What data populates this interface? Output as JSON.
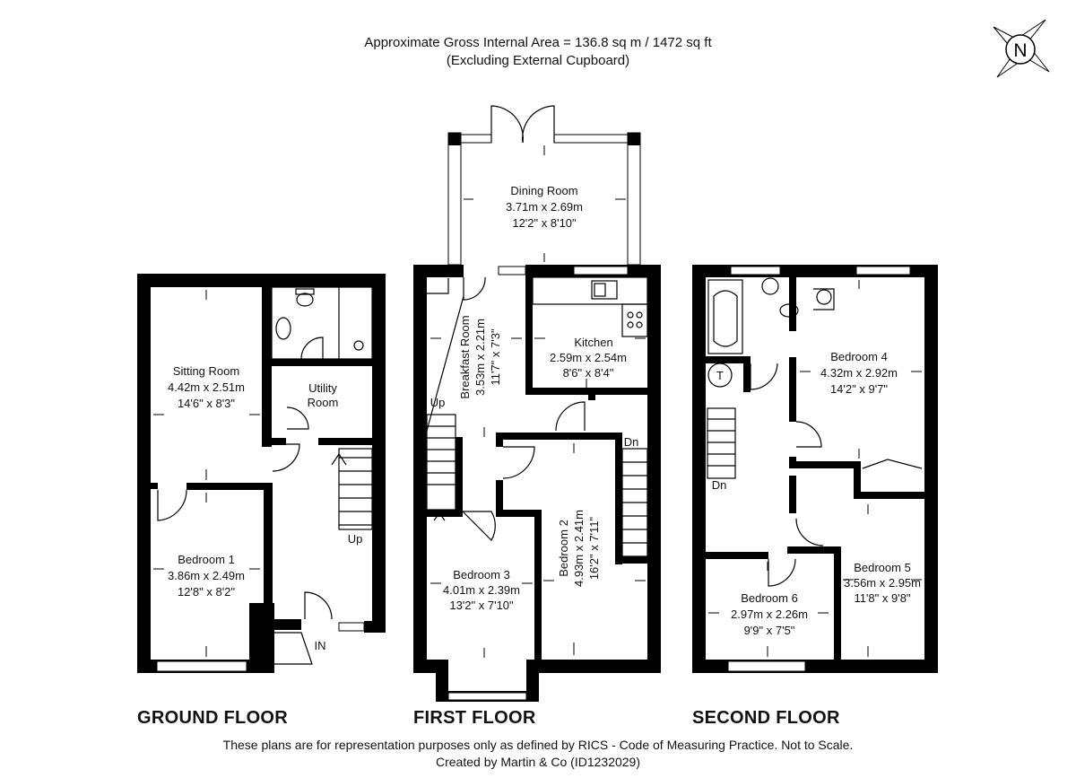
{
  "header": {
    "area_line": "Approximate Gross Internal Area = 136.8 sq m / 1472 sq ft",
    "note_line": "(Excluding External Cupboard)"
  },
  "compass": {
    "label": "N"
  },
  "floors": {
    "ground": {
      "title": "GROUND FLOOR",
      "sitting_room": {
        "name": "Sitting Room",
        "metric": "4.42m x 2.51m",
        "imperial": "14'6\" x 8'3\""
      },
      "utility_room": {
        "line1": "Utility",
        "line2": "Room"
      },
      "bedroom1": {
        "name": "Bedroom 1",
        "metric": "3.86m x 2.49m",
        "imperial": "12'8\" x 8'2\""
      },
      "stairs_label": "Up",
      "entrance_label": "IN"
    },
    "first": {
      "title": "FIRST FLOOR",
      "dining_room": {
        "name": "Dining Room",
        "metric": "3.71m x 2.69m",
        "imperial": "12'2\" x 8'10\""
      },
      "breakfast_room": {
        "name": "Breakfast Room",
        "metric": "3.53m x 2.21m",
        "imperial": "11'7\" x 7'3\""
      },
      "kitchen": {
        "name": "Kitchen",
        "metric": "2.59m x 2.54m",
        "imperial": "8'6\" x 8'4\""
      },
      "bedroom2": {
        "name": "Bedroom 2",
        "metric": "4.93m x 2.41m",
        "imperial": "16'2\" x 7'11\""
      },
      "bedroom3": {
        "name": "Bedroom 3",
        "metric": "4.01m x 2.39m",
        "imperial": "13'2\" x 7'10\""
      },
      "stairs_up": "Up",
      "stairs_down": "Dn"
    },
    "second": {
      "title": "SECOND FLOOR",
      "bedroom4": {
        "name": "Bedroom 4",
        "metric": "4.32m x 2.92m",
        "imperial": "14'2\" x 9'7\""
      },
      "bedroom5": {
        "name": "Bedroom 5",
        "metric": "3.56m x 2.95m",
        "imperial": "11'8\" x 9'8\""
      },
      "bedroom6": {
        "name": "Bedroom 6",
        "metric": "2.97m x 2.26m",
        "imperial": "9'9\" x 7'5\""
      },
      "tank_label": "T",
      "stairs_down": "Dn"
    }
  },
  "footer": {
    "disclaimer": "These plans are for representation purposes only as defined by RICS - Code of Measuring Practice. Not to Scale.",
    "credit": "Created by Martin & Co (ID1232029)"
  }
}
